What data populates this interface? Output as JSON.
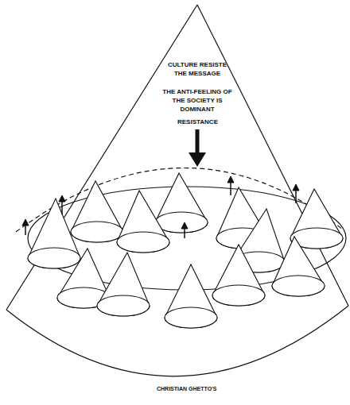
{
  "diagram": {
    "nodes": [
      {
        "text": [
          "CULTURE RESISTE THE MESSAGE",
          "THE ANTI-FEELING OF THE SOCIETY IS DOMINANT",
          "RESISTANCE"
        ]
      }
    ],
    "labels": [
      "CHRISTIAN GHETTO'S"
    ]
  }
}
